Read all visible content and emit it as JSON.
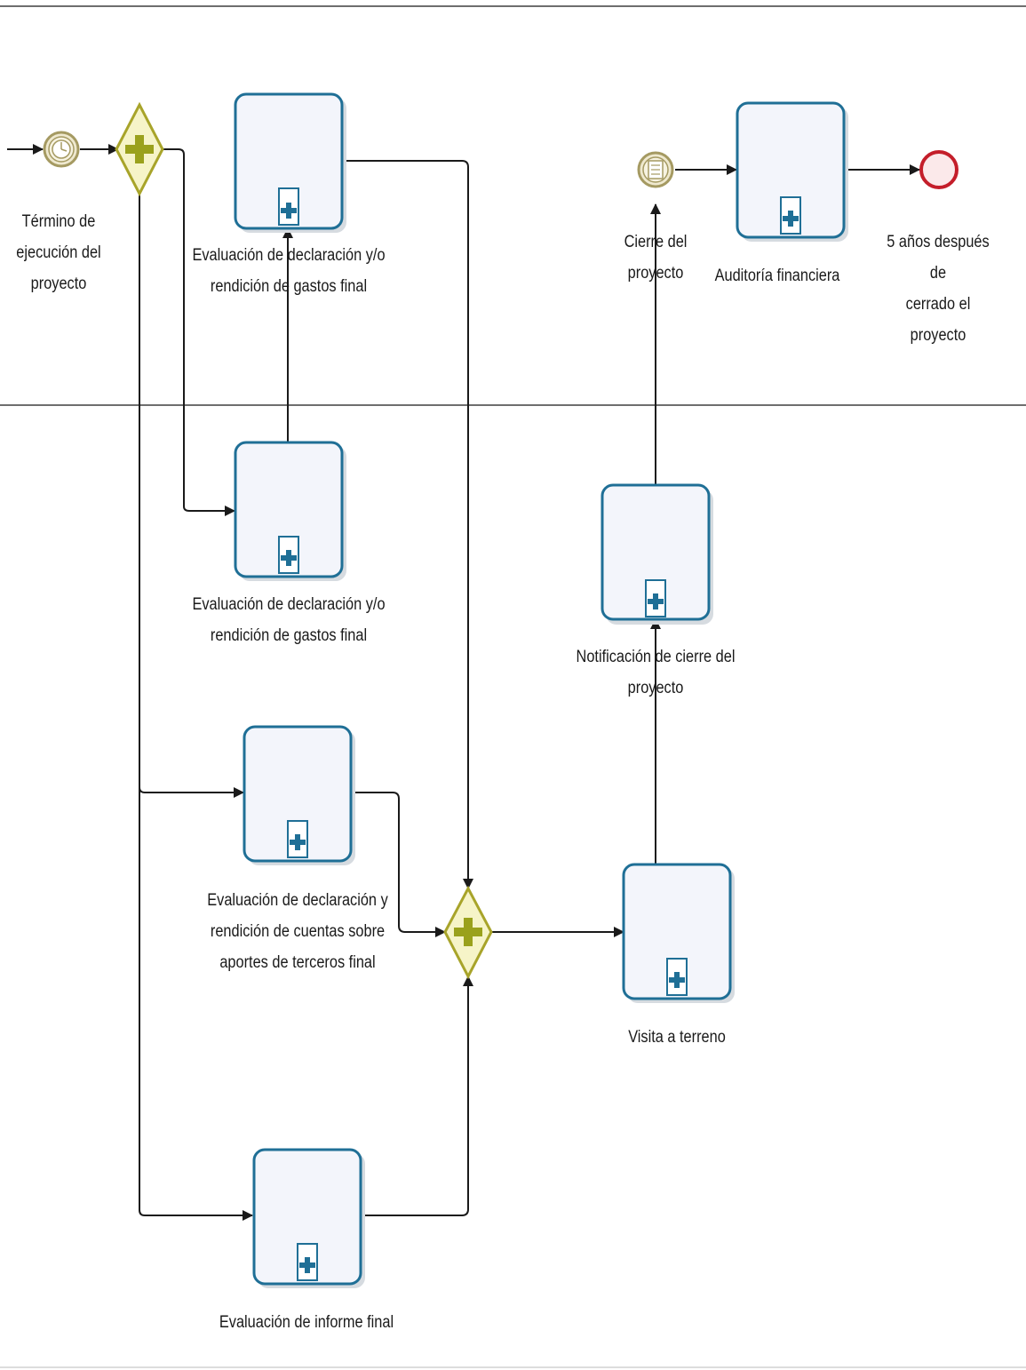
{
  "events": {
    "start_timer": {
      "label": "Término de\nejecución del\nproyecto",
      "icon": "clock-icon"
    },
    "intermediate": {
      "label": "Cierre del\nproyecto",
      "icon": "message-icon"
    },
    "end": {
      "label": "5 años después de\ncerrado el proyecto"
    }
  },
  "tasks": {
    "eval_decl_top": {
      "label": "Evaluación de declaración y/o\nrendición de gastos final"
    },
    "eval_decl_mid": {
      "label": "Evaluación de declaración y/o\nrendición de gastos final"
    },
    "eval_terceros": {
      "label": "Evaluación de declaración y\nrendición de cuentas sobre\naportes de terceros final"
    },
    "eval_informe": {
      "label": "Evaluación de informe final"
    },
    "notificacion": {
      "label": "Notificación de cierre del\nproyecto"
    },
    "visita": {
      "label": "Visita a terreno"
    },
    "auditoria": {
      "label": "Auditoría financiera"
    }
  },
  "colors": {
    "task_border": "#1f6f96",
    "task_fill": "#f3f5fb",
    "gateway_border": "#a8a42a",
    "gateway_fill": "#f6f4c8",
    "gateway_plus": "#9aa11c",
    "event_border": "#a59a62",
    "end_event_border": "#c41e2a",
    "flow_line": "#1a1a1a"
  }
}
